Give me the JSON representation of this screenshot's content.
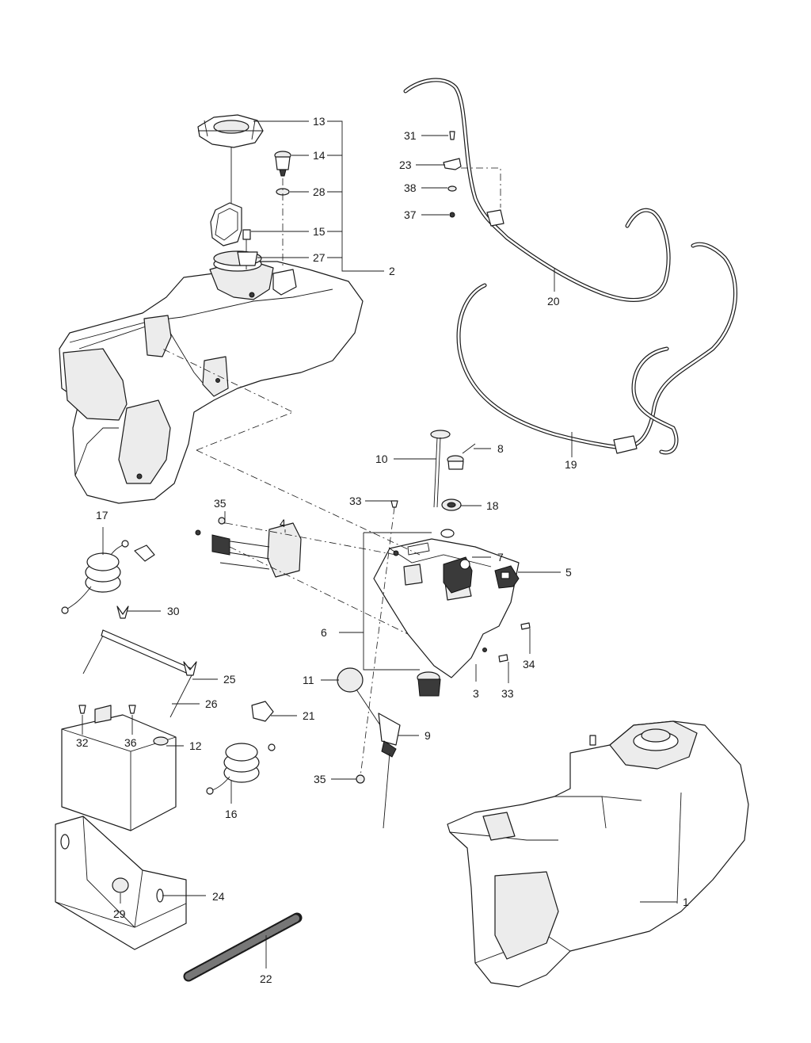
{
  "callouts": {
    "c1": "1",
    "c2": "2",
    "c3": "3",
    "c4": "4",
    "c5": "5",
    "c6": "6",
    "c7": "7",
    "c8": "8",
    "c9": "9",
    "c10": "10",
    "c11": "11",
    "c12": "12",
    "c13": "13",
    "c14": "14",
    "c15": "15",
    "c16": "16",
    "c17": "17",
    "c18": "18",
    "c19": "19",
    "c20": "20",
    "c21": "21",
    "c22": "22",
    "c23": "23",
    "c24": "24",
    "c25": "25",
    "c26": "26",
    "c27": "27",
    "c28": "28",
    "c29": "29",
    "c30": "30",
    "c31": "31",
    "c32": "32",
    "c33a": "33",
    "c33b": "33",
    "c34": "34",
    "c35a": "35",
    "c35b": "35",
    "c36": "36",
    "c37": "37",
    "c38": "38"
  }
}
